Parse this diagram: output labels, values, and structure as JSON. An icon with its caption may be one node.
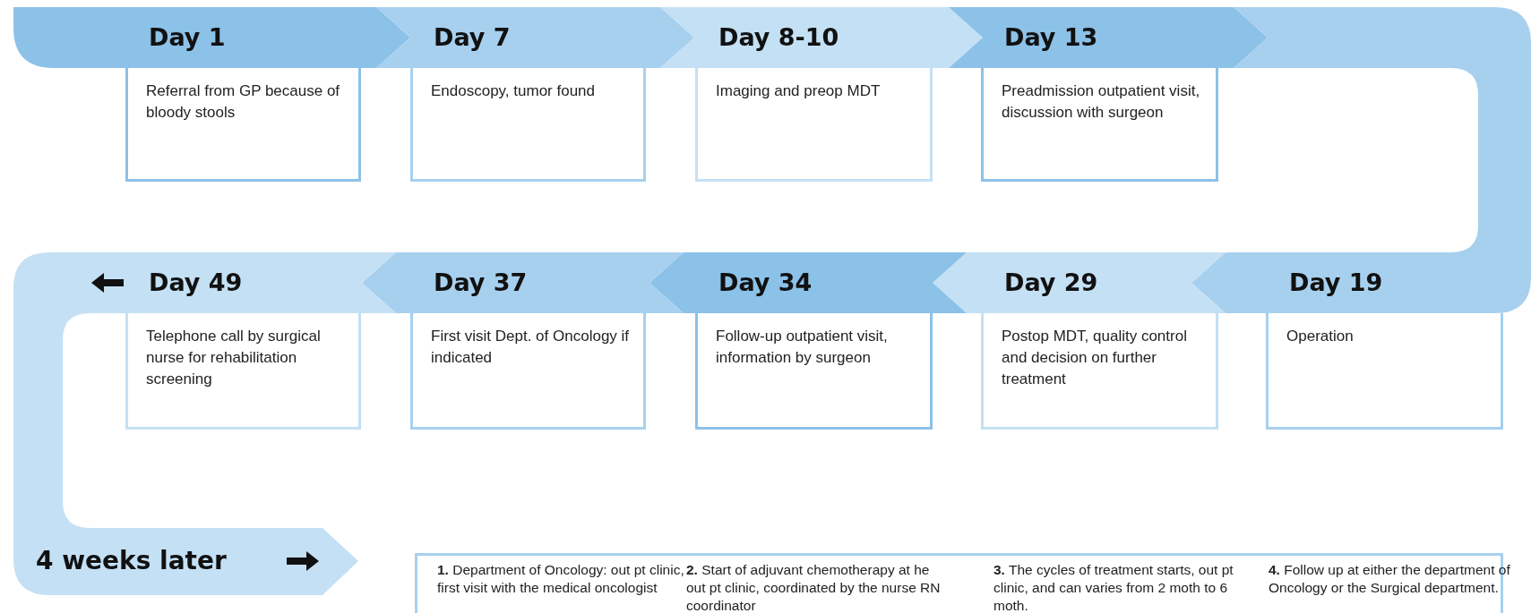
{
  "diagram": {
    "nodes": [
      {
        "text": [
          "Day 1",
          "Referral from GP because of bloody stools"
        ]
      },
      {
        "text": [
          "Day 7",
          "Endoscopy, tumor found"
        ]
      },
      {
        "text": [
          "Day 8-10",
          "Imaging and preop MDT"
        ]
      },
      {
        "text": [
          "Day 13",
          "Preadmission outpatient visit, discussion with surgeon"
        ]
      },
      {
        "text": [
          "Day 19",
          "Operation"
        ]
      },
      {
        "text": [
          "Day 29",
          "Postop MDT, quality control and decision on further treatment"
        ]
      },
      {
        "text": [
          "Day 34",
          "Follow-up outpatient visit, information by surgeon"
        ]
      },
      {
        "text": [
          "Day 37",
          "First visit Dept. of Oncology if indicated"
        ]
      },
      {
        "text": [
          "Day 49",
          "Telephone call by surgical nurse for rehabilitation screening"
        ]
      },
      {
        "text": [
          "4 weeks later"
        ]
      },
      {
        "text": [
          "**1.** Department of Oncology: out pt clinic, first visit with the medical oncologist",
          "**2.** Start of adjuvant chemotherapy at he out pt clinic, coordinated by the nurse RN coordinator",
          "**3.** The cycles of treatment starts, out pt clinic, and can varies from 2 moth to 6 moth.",
          "**4.** Follow up at either the department of Oncology or the Surgical department."
        ]
      }
    ]
  }
}
